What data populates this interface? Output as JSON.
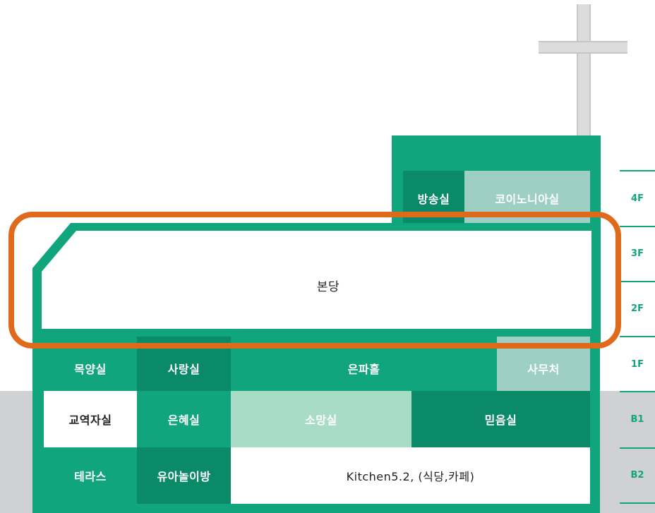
{
  "colors": {
    "primary_green": "#10a57d",
    "dark_green": "#0b8a6a",
    "highlight": "#e06a1b"
  },
  "rooms": {
    "broadcast": "방송실",
    "koinonia": "코이노니아실",
    "sanctuary": "본당",
    "mokyang": "목양실",
    "sarang": "사랑실",
    "eunpa": "은파홀",
    "office": "사무처",
    "fellowship": "교역자실",
    "eunhye": "은혜실",
    "somang": "소망실",
    "mideum": "믿음실",
    "terrace": "테라스",
    "playroom": "유아놀이방",
    "kitchen": "Kitchen5.2, (식당,카페)"
  },
  "floors": [
    "4F",
    "3F",
    "2F",
    "1F",
    "B1",
    "B2"
  ]
}
